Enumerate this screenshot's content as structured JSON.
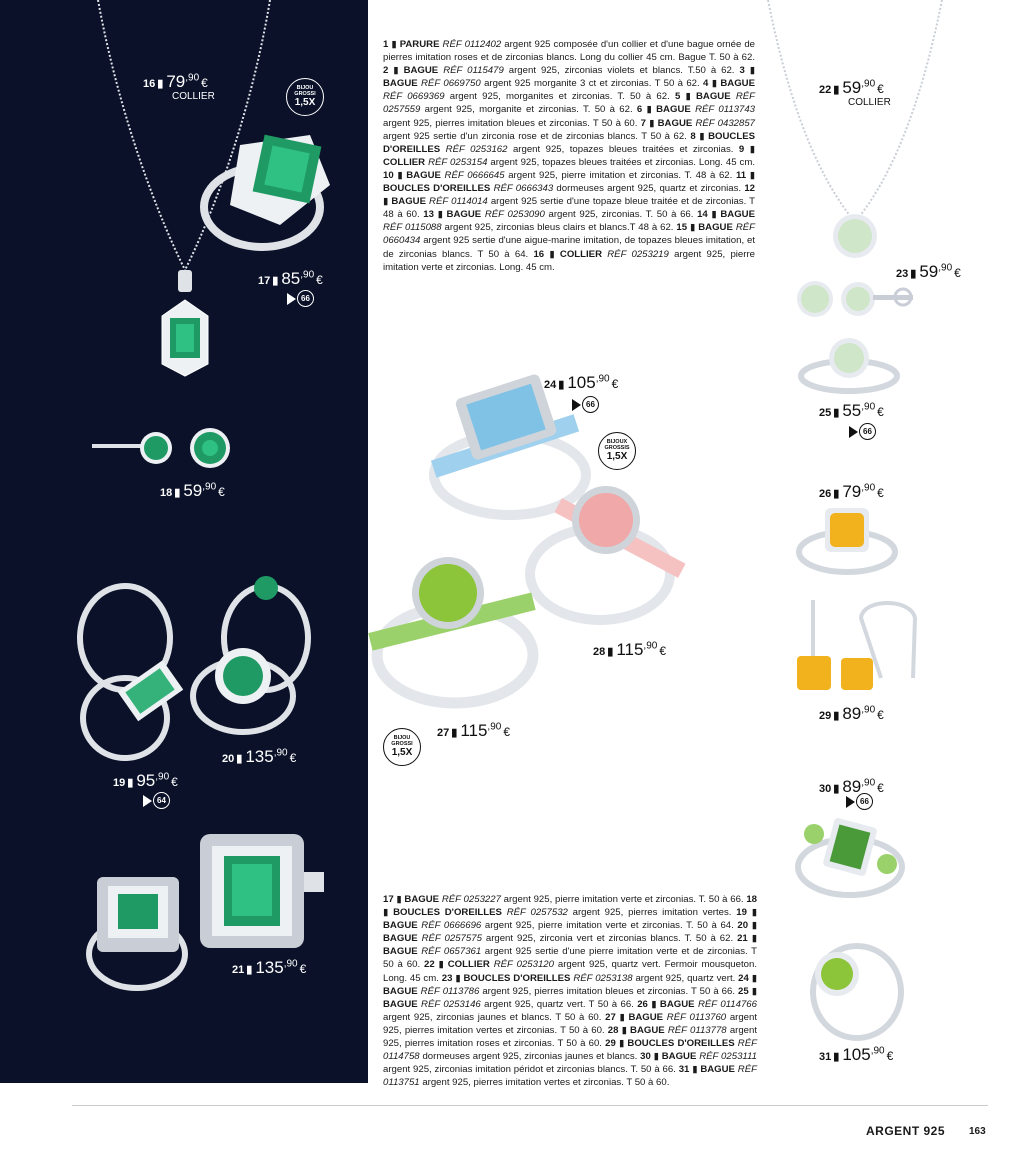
{
  "page": {
    "section": "ARGENT 925",
    "number": "163"
  },
  "colors": {
    "panel": "#0a1128",
    "emerald": "#1f9a64",
    "aquamarine": "#7fc2e6",
    "morganite": "#f0a8a8",
    "peridot": "#8cc43a",
    "citrine": "#f2b21e",
    "quartz": "#cfe6c9",
    "silver": "#dfe3e8"
  },
  "badges": {
    "grossi_l1": "BIJOU",
    "grossi_l1_plural": "BIJOUX",
    "grossi_l2": "GROSSI",
    "grossi_l2_plural": "GROSSIS",
    "grossi_factor": "1,5X",
    "ref64": "64",
    "ref66": "66"
  },
  "prices": {
    "p16": {
      "num": "16",
      "euros": "79",
      "cents": ",90",
      "cur": "€",
      "label": "COLLIER"
    },
    "p17": {
      "num": "17",
      "euros": "85",
      "cents": ",90",
      "cur": "€"
    },
    "p18": {
      "num": "18",
      "euros": "59",
      "cents": ",90",
      "cur": "€"
    },
    "p19": {
      "num": "19",
      "euros": "95",
      "cents": ",90",
      "cur": "€"
    },
    "p20": {
      "num": "20",
      "euros": "135",
      "cents": ",90",
      "cur": "€"
    },
    "p21": {
      "num": "21",
      "euros": "135",
      "cents": ",90",
      "cur": "€"
    },
    "p22": {
      "num": "22",
      "euros": "59",
      "cents": ",90",
      "cur": "€",
      "label": "COLLIER"
    },
    "p23": {
      "num": "23",
      "euros": "59",
      "cents": ",90",
      "cur": "€"
    },
    "p24": {
      "num": "24",
      "euros": "105",
      "cents": ",90",
      "cur": "€"
    },
    "p25": {
      "num": "25",
      "euros": "55",
      "cents": ",90",
      "cur": "€"
    },
    "p26": {
      "num": "26",
      "euros": "79",
      "cents": ",90",
      "cur": "€"
    },
    "p27": {
      "num": "27",
      "euros": "115",
      "cents": ",90",
      "cur": "€"
    },
    "p28": {
      "num": "28",
      "euros": "115",
      "cents": ",90",
      "cur": "€"
    },
    "p29": {
      "num": "29",
      "euros": "89",
      "cents": ",90",
      "cur": "€"
    },
    "p30": {
      "num": "30",
      "euros": "89",
      "cents": ",90",
      "cur": "€"
    },
    "p31": {
      "num": "31",
      "euros": "105",
      "cents": ",90",
      "cur": "€"
    }
  },
  "descriptions_top": [
    {
      "n": "1",
      "name": "PARURE",
      "ref": "RÉF 0112402",
      "text": "argent 925 composée d'un collier et d'une bague ornée de pierres imitation roses et de zirconias blancs. Long du collier 45 cm. Bague T. 50 à 62."
    },
    {
      "n": "2",
      "name": "BAGUE",
      "ref": "RÉF 0115479",
      "text": "argent 925, zirconias violets et blancs. T.50 à 62."
    },
    {
      "n": "3",
      "name": "BAGUE",
      "ref": "RÉF 0669750",
      "text": "argent 925 morganite 3 ct et zirconias. T 50 à 62."
    },
    {
      "n": "4",
      "name": "BAGUE",
      "ref": "RÉF 0669369",
      "text": "argent 925, morganites et zirconias. T. 50 à 62."
    },
    {
      "n": "5",
      "name": "BAGUE",
      "ref": "RÉF 0257559",
      "text": "argent 925, morganite et zirconias. T. 50 à 62."
    },
    {
      "n": "6",
      "name": "BAGUE",
      "ref": "RÉF 0113743",
      "text": "argent 925, pierres imitation bleues et zirconias. T 50 à 60."
    },
    {
      "n": "7",
      "name": "BAGUE",
      "ref": "RÉF 0432857",
      "text": "argent 925 sertie d'un zirconia rose et de zirconias blancs. T 50 à 62."
    },
    {
      "n": "8",
      "name": "BOUCLES D'OREILLES",
      "ref": "RÉF 0253162",
      "text": "argent 925, topazes bleues traitées et zirconias."
    },
    {
      "n": "9",
      "name": "COLLIER",
      "ref": "RÉF 0253154",
      "text": "argent 925, topazes bleues traitées et zirconias. Long. 45 cm."
    },
    {
      "n": "10",
      "name": "BAGUE",
      "ref": "RÉF 0666645",
      "text": "argent 925, pierre imitation et zirconias. T. 48 à 62."
    },
    {
      "n": "11",
      "name": "BOUCLES D'OREILLES",
      "ref": "RÉF 0666343",
      "text": "dormeuses argent 925, quartz et zirconias."
    },
    {
      "n": "12",
      "name": "BAGUE",
      "ref": "RÉF 0114014",
      "text": "argent 925 sertie d'une topaze bleue traitée et de zirconias. T 48 à 60."
    },
    {
      "n": "13",
      "name": "BAGUE",
      "ref": "RÉF 0253090",
      "text": "argent 925, zirconias. T. 50 à 66."
    },
    {
      "n": "14",
      "name": "BAGUE",
      "ref": "RÉF 0115088",
      "text": "argent 925, zirconias bleus clairs et blancs.T 48 à 62."
    },
    {
      "n": "15",
      "name": "BAGUE",
      "ref": "RÉF 0660434",
      "text": "argent 925 sertie d'une aigue-marine imitation, de topazes bleues imitation, et de zirconias blancs. T 50 à 64."
    },
    {
      "n": "16",
      "name": "COLLIER",
      "ref": "RÉF 0253219",
      "text": "argent 925, pierre imitation verte et zirconias. Long. 45 cm."
    }
  ],
  "descriptions_bottom": [
    {
      "n": "17",
      "name": "BAGUE",
      "ref": "RÉF 0253227",
      "text": "argent 925, pierre imitation verte et zirconias. T. 50 à 66."
    },
    {
      "n": "18",
      "name": "BOUCLES D'OREILLES",
      "ref": "RÉF 0257532",
      "text": "argent 925, pierres imitation vertes."
    },
    {
      "n": "19",
      "name": "BAGUE",
      "ref": "RÉF 0666696",
      "text": "argent 925, pierre imitation verte et zirconias. T. 50 à 64."
    },
    {
      "n": "20",
      "name": "BAGUE",
      "ref": "RÉF 0257575",
      "text": "argent 925, zirconia vert et zirconias blancs. T. 50 à 62."
    },
    {
      "n": "21",
      "name": "BAGUE",
      "ref": "RÉF 0657361",
      "text": "argent 925 sertie d'une pierre imitation verte et de zirconias. T 50 à 60."
    },
    {
      "n": "22",
      "name": "COLLIER",
      "ref": "RÉF 0253120",
      "text": "argent 925, quartz vert. Fermoir mousqueton. Long. 45 cm."
    },
    {
      "n": "23",
      "name": "BOUCLES D'OREILLES",
      "ref": "RÉF 0253138",
      "text": "argent 925, quartz vert."
    },
    {
      "n": "24",
      "name": "BAGUE",
      "ref": "RÉF 0113786",
      "text": "argent 925, pierres imitation bleues et zirconias. T 50 à 66."
    },
    {
      "n": "25",
      "name": "BAGUE",
      "ref": "RÉF 0253146",
      "text": "argent 925, quartz vert. T 50 à 66."
    },
    {
      "n": "26",
      "name": "BAGUE",
      "ref": "RÉF 0114766",
      "text": "argent 925, zirconias jaunes et blancs. T 50 à 60."
    },
    {
      "n": "27",
      "name": "BAGUE",
      "ref": "RÉF 0113760",
      "text": "argent 925, pierres imitation vertes et zirconias. T 50 à 60."
    },
    {
      "n": "28",
      "name": "BAGUE",
      "ref": "RÉF 0113778",
      "text": "argent 925, pierres imitation roses et zirconias. T 50 à 60."
    },
    {
      "n": "29",
      "name": "BOUCLES D'OREILLES",
      "ref": "RÉF 0114758",
      "text": "dormeuses argent 925, zirconias jaunes et blancs."
    },
    {
      "n": "30",
      "name": "BAGUE",
      "ref": "RÉF 0253111",
      "text": "argent 925, zirconias imitation péridot et zirconias blancs. T. 50 à 66."
    },
    {
      "n": "31",
      "name": "BAGUE",
      "ref": "RÉF 0113751",
      "text": "argent 925, pierres imitation vertes et zirconias. T 50 à 60."
    }
  ]
}
